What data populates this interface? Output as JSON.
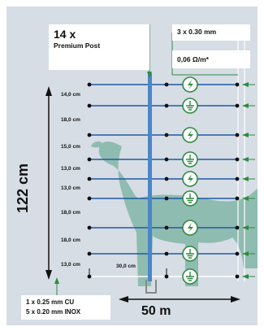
{
  "post": {
    "count": "14 x",
    "name": "Premium Post"
  },
  "wire": {
    "spec": "3 x 0.30 mm",
    "resistance": "0,06 Ω/m*"
  },
  "conductor": {
    "line1": "1 x 0.25 mm CU",
    "line2": "5 x 0.20 mm INOX"
  },
  "dimensions": {
    "height": "122 cm",
    "length": "50 m",
    "post_gap": "30,0 cm"
  },
  "spacings": [
    "14,0 cm",
    "18,0 cm",
    "15,0 cm",
    "13,0 cm",
    "13,0 cm",
    "18,0 cm",
    "18,0 cm",
    "13,0 cm"
  ],
  "wires": [
    {
      "polarity": "live"
    },
    {
      "polarity": "earth"
    },
    {
      "polarity": "live"
    },
    {
      "polarity": "earth"
    },
    {
      "polarity": "live"
    },
    {
      "polarity": "earth"
    },
    {
      "polarity": "live"
    },
    {
      "polarity": "earth"
    },
    {
      "polarity": "earth"
    }
  ],
  "colors": {
    "background": "#d6dde4",
    "wire": "#1f5aa6",
    "post": "#4a86c8",
    "sheep": "#8fbcb0",
    "symbol_ring": "#2f8a43",
    "arrow_green": "#2f8a43",
    "dimension_line": "#111111"
  }
}
